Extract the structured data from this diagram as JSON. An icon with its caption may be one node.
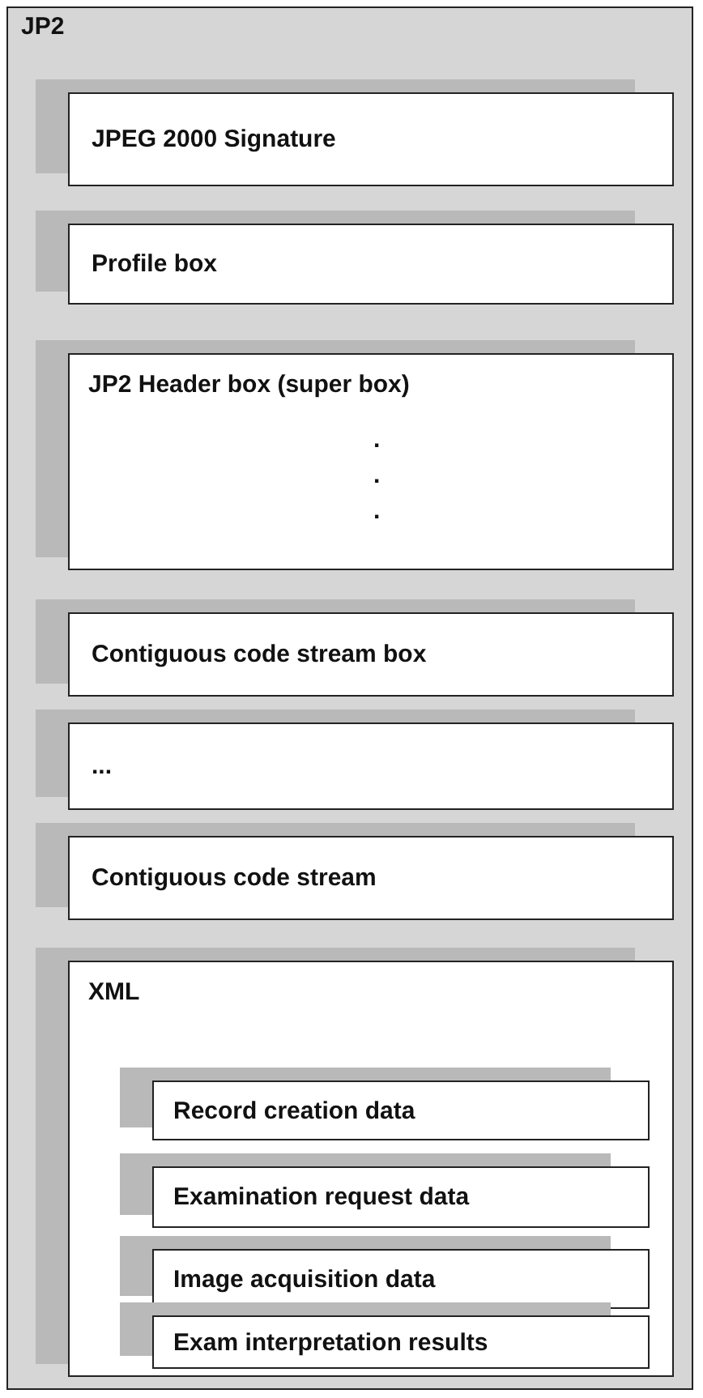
{
  "diagram": {
    "nodes": [
      {
        "text": [
          "JP2"
        ]
      },
      {
        "text": [
          "JPEG 2000 Signature"
        ],
        "in": 0
      },
      {
        "text": [
          "Profile box"
        ],
        "in": 0
      },
      {
        "text": [
          "JP2 Header box (super box)",
          ".",
          ".",
          "."
        ],
        "in": 0
      },
      {
        "text": [
          "Contiguous code stream box"
        ],
        "in": 0
      },
      {
        "text": [
          "..."
        ],
        "in": 0
      },
      {
        "text": [
          "Contiguous code stream"
        ],
        "in": 0
      },
      {
        "text": [
          "XML"
        ],
        "in": 0
      },
      {
        "text": [
          "Record creation data"
        ],
        "in": 7
      },
      {
        "text": [
          "Examination request data"
        ],
        "in": 7
      },
      {
        "text": [
          "Image acquisition data"
        ],
        "in": 7
      },
      {
        "text": [
          "Exam interpretation results"
        ],
        "in": 7
      }
    ],
    "edges": []
  }
}
